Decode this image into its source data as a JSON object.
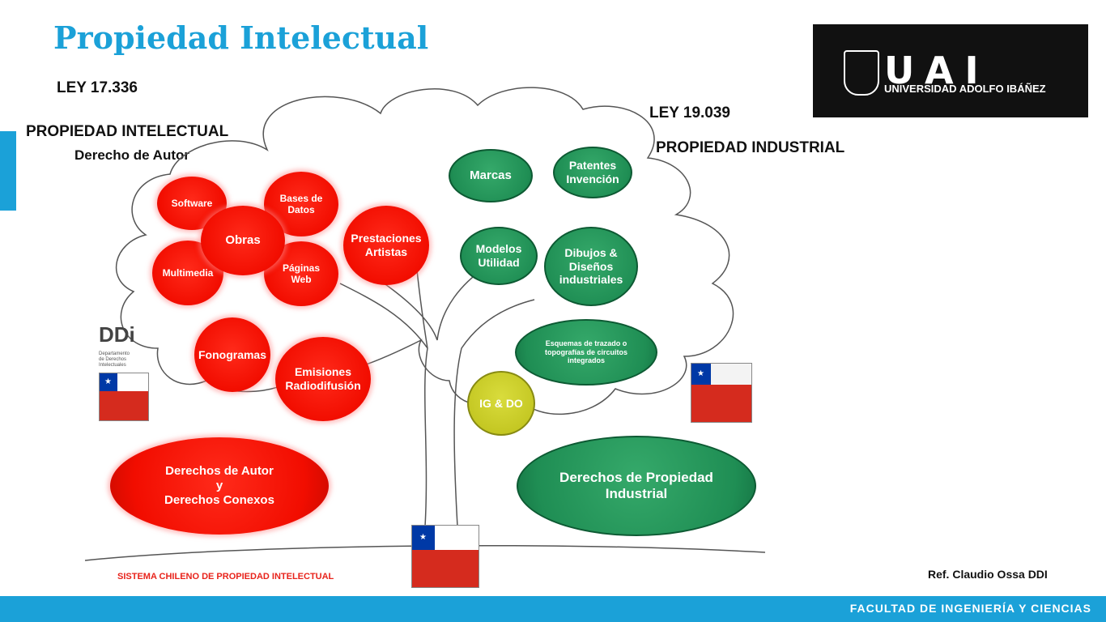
{
  "title": "Propiedad Intelectual",
  "left": {
    "ley": "LEY 17.336",
    "heading": "PROPIEDAD INTELECTUAL",
    "subheading": "Derecho de Autor"
  },
  "right": {
    "ley": "LEY 19.039",
    "heading": "PROPIEDAD INDUSTRIAL"
  },
  "logo": {
    "word": "UAI",
    "name": "UNIVERSIDAD ADOLFO IBÁÑEZ"
  },
  "ddi_logo": {
    "mark": "DDi",
    "sub": "Departamento\nde Derechos\nIntelectuales"
  },
  "nodes_red": {
    "software": "Software",
    "bases": "Bases de\nDatos",
    "obras": "Obras",
    "multimedia": "Multimedia",
    "paginas": "Páginas\nWeb",
    "prestaciones": "Prestaciones\nArtistas",
    "fonogramas": "Fonogramas",
    "emisiones": "Emisiones\nRadiodifusión",
    "derechos_autor": "Derechos de Autor\ny\nDerechos Conexos"
  },
  "nodes_green": {
    "marcas": "Marcas",
    "patentes": "Patentes\nInvención",
    "modelos": "Modelos\nUtilidad",
    "dibujos": "Dibujos &\nDiseños\nindustriales",
    "esquemas": "Esquemas de trazado o\ntopografías de circuitos\nintegrados",
    "derechos_industrial": "Derechos de Propiedad\nIndustrial"
  },
  "nodes_yellow": {
    "ig": "IG & DO"
  },
  "caption": "SISTEMA CHILENO DE PROPIEDAD INTELECTUAL",
  "ref": "Ref. Claudio Ossa DDI",
  "footer": "FACULTAD DE INGENIERÍA Y CIENCIAS",
  "colors": {
    "accent": "#1ba1d8",
    "red": "#f20d00",
    "green": "#1f8e54",
    "yellow": "#c2c520"
  }
}
